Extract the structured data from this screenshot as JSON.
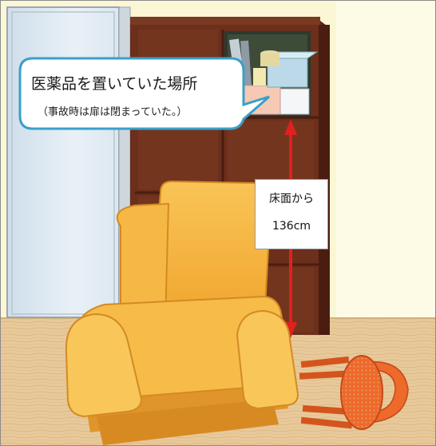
{
  "callout": {
    "title": "医薬品を置いていた場所",
    "subtitle": "（事故時は扉は閉まっていた。）"
  },
  "height_label": {
    "line1": "床面から",
    "line2": "136cm"
  },
  "colors": {
    "wall": "#fbf6d4",
    "floor": "#e8c99a",
    "shelf": "#6b2f1b",
    "chair": "#f5b13a",
    "stool": "#ee6a2a",
    "arrow": "#e0211d",
    "window": "#dfe9f2"
  }
}
